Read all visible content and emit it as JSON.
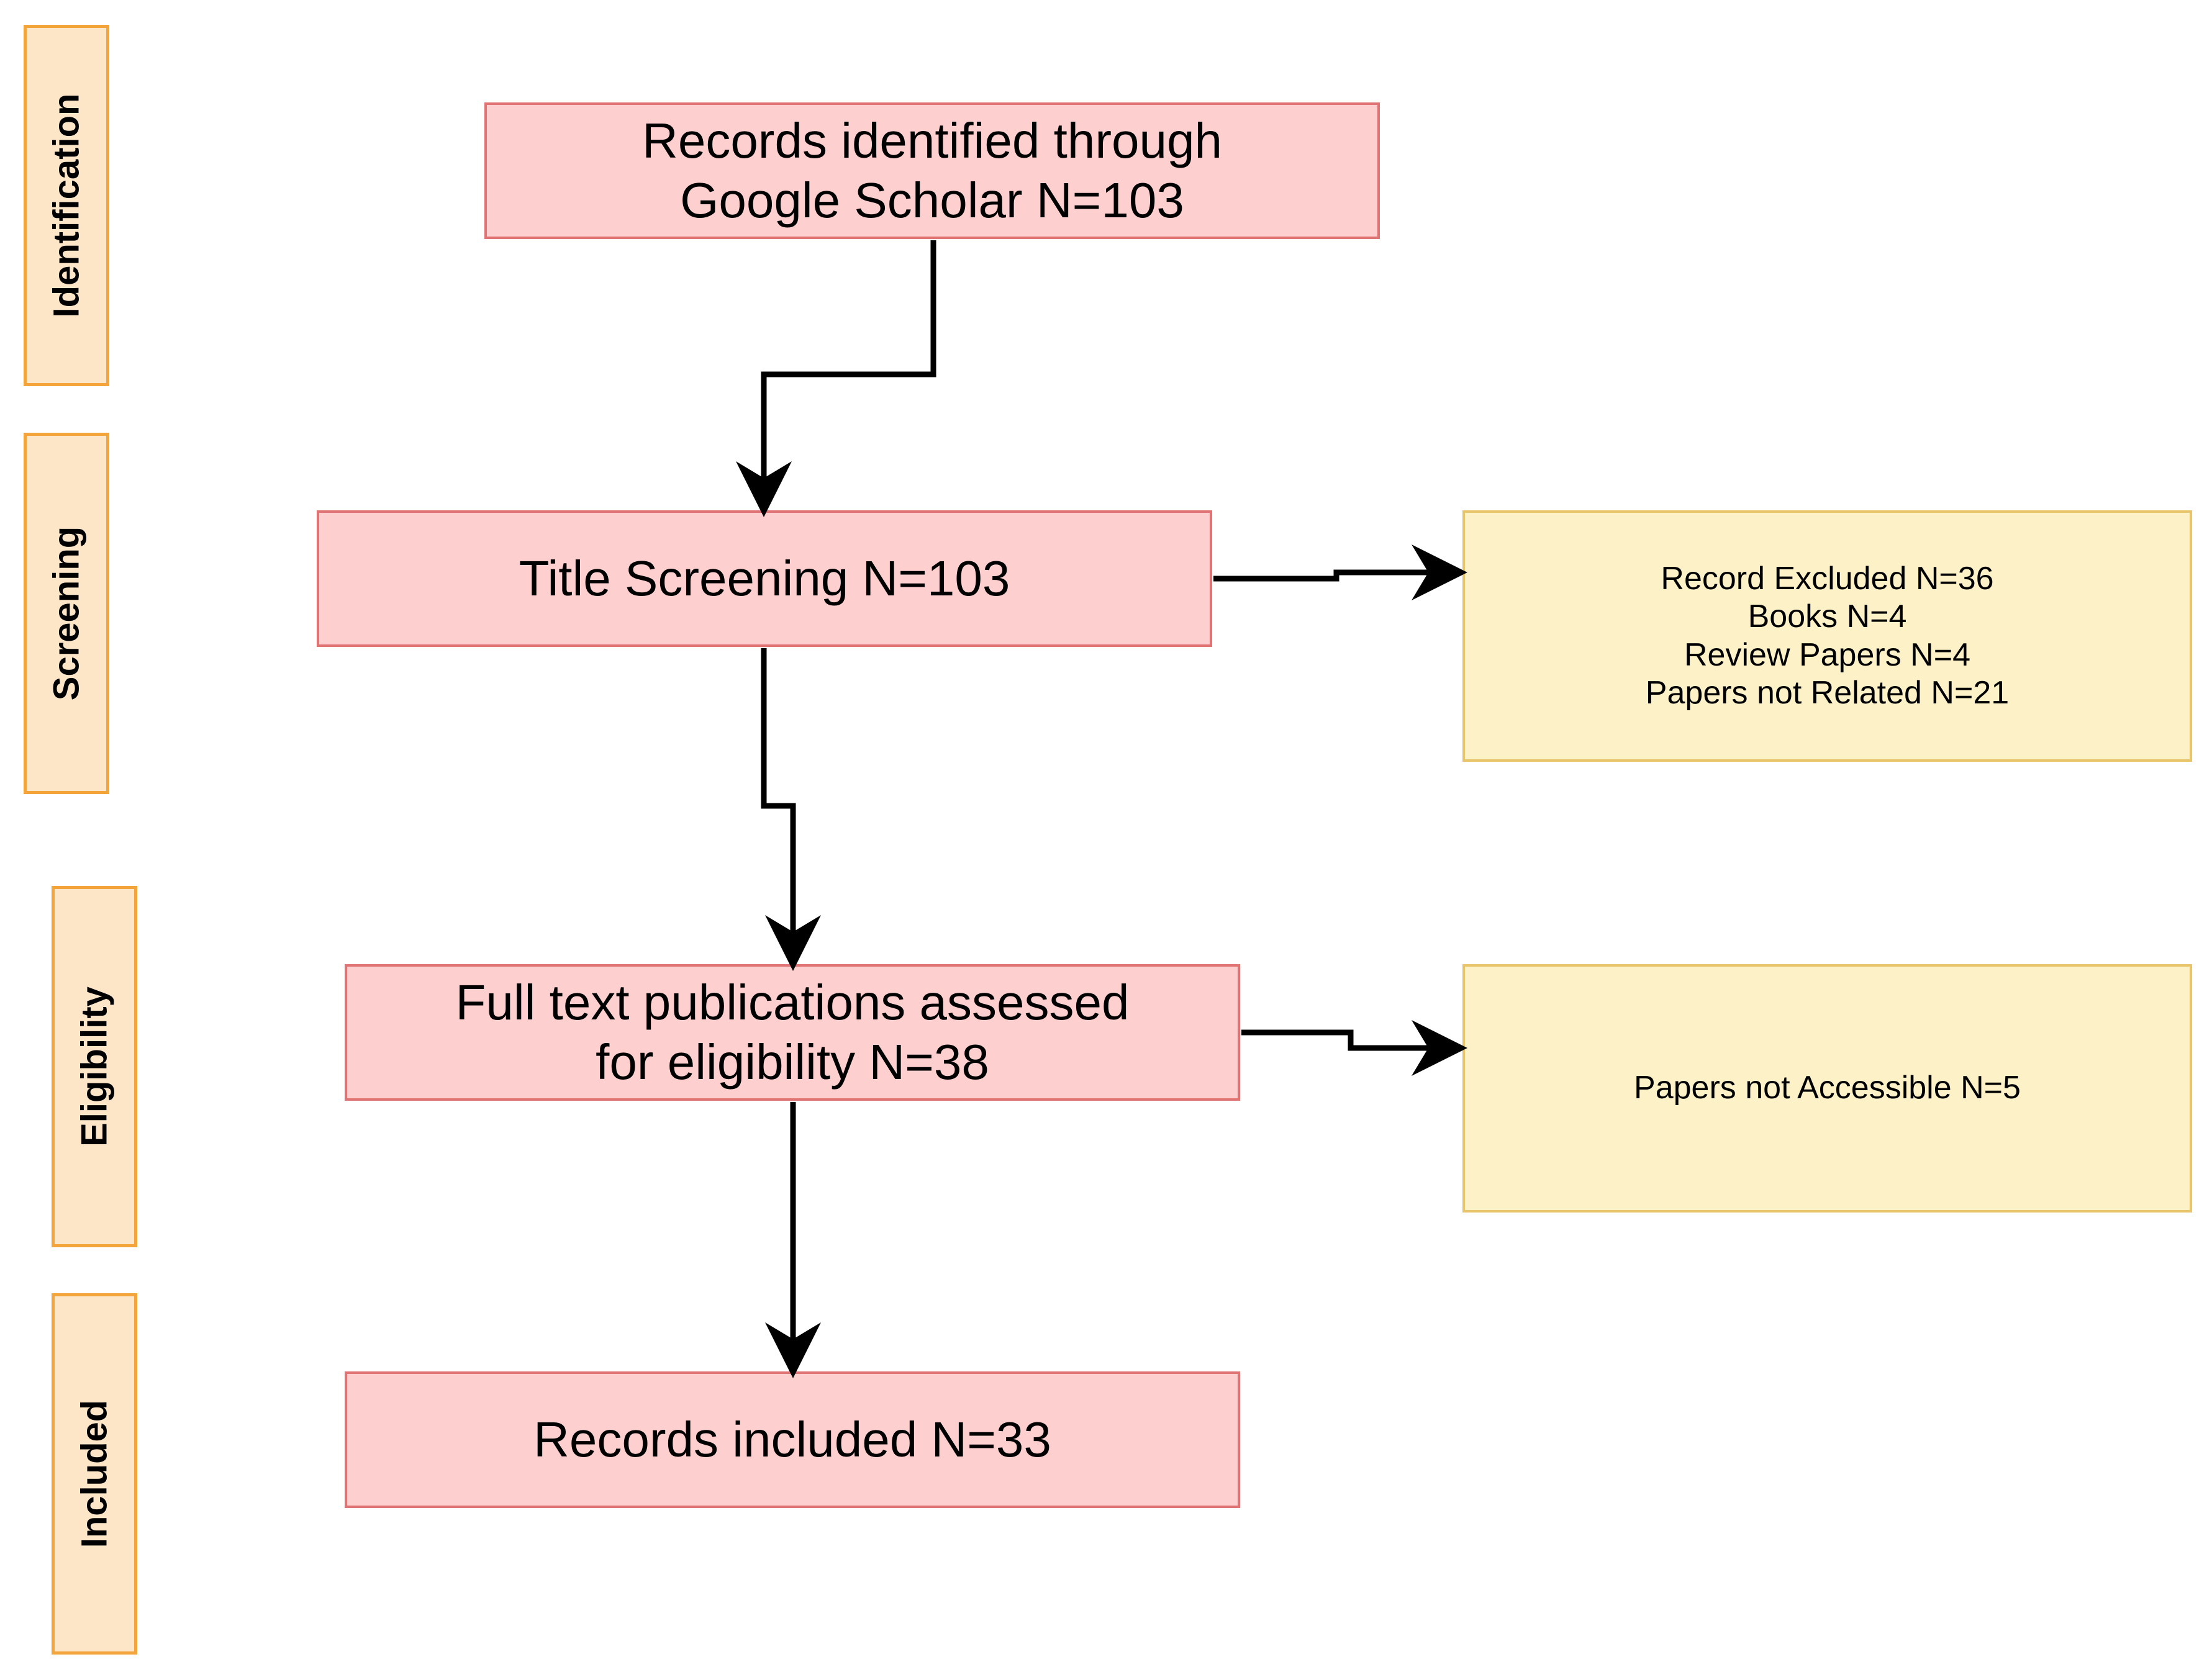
{
  "stages": [
    {
      "id": "identification",
      "label": "Identification"
    },
    {
      "id": "screening",
      "label": "Screening"
    },
    {
      "id": "eligibility",
      "label": "Eligibility"
    },
    {
      "id": "included",
      "label": "Included"
    }
  ],
  "boxes": {
    "records_identified": {
      "lines": [
        "Records identified through",
        "Google Scholar N=103"
      ]
    },
    "title_screening": {
      "lines": [
        "Title Screening N=103"
      ]
    },
    "full_text_assessed": {
      "lines": [
        "Full text publications assessed",
        "for eligibility N=38"
      ]
    },
    "records_included": {
      "lines": [
        "Records included N=33"
      ]
    },
    "excluded_screening": {
      "lines": [
        "Record Excluded N=36",
        "Books N=4",
        "Review Papers N=4",
        "Papers not Related N=21"
      ]
    },
    "excluded_eligibility": {
      "lines": [
        "Papers not Accessible N=5"
      ]
    }
  },
  "colors": {
    "stage_fill": "#fde6c8",
    "stage_border": "#f3a43a",
    "main_fill": "#fecfcf",
    "main_border": "#e07474",
    "side_fill": "#fdf1c7",
    "side_border": "#e8c46a",
    "arrow": "#000000"
  }
}
